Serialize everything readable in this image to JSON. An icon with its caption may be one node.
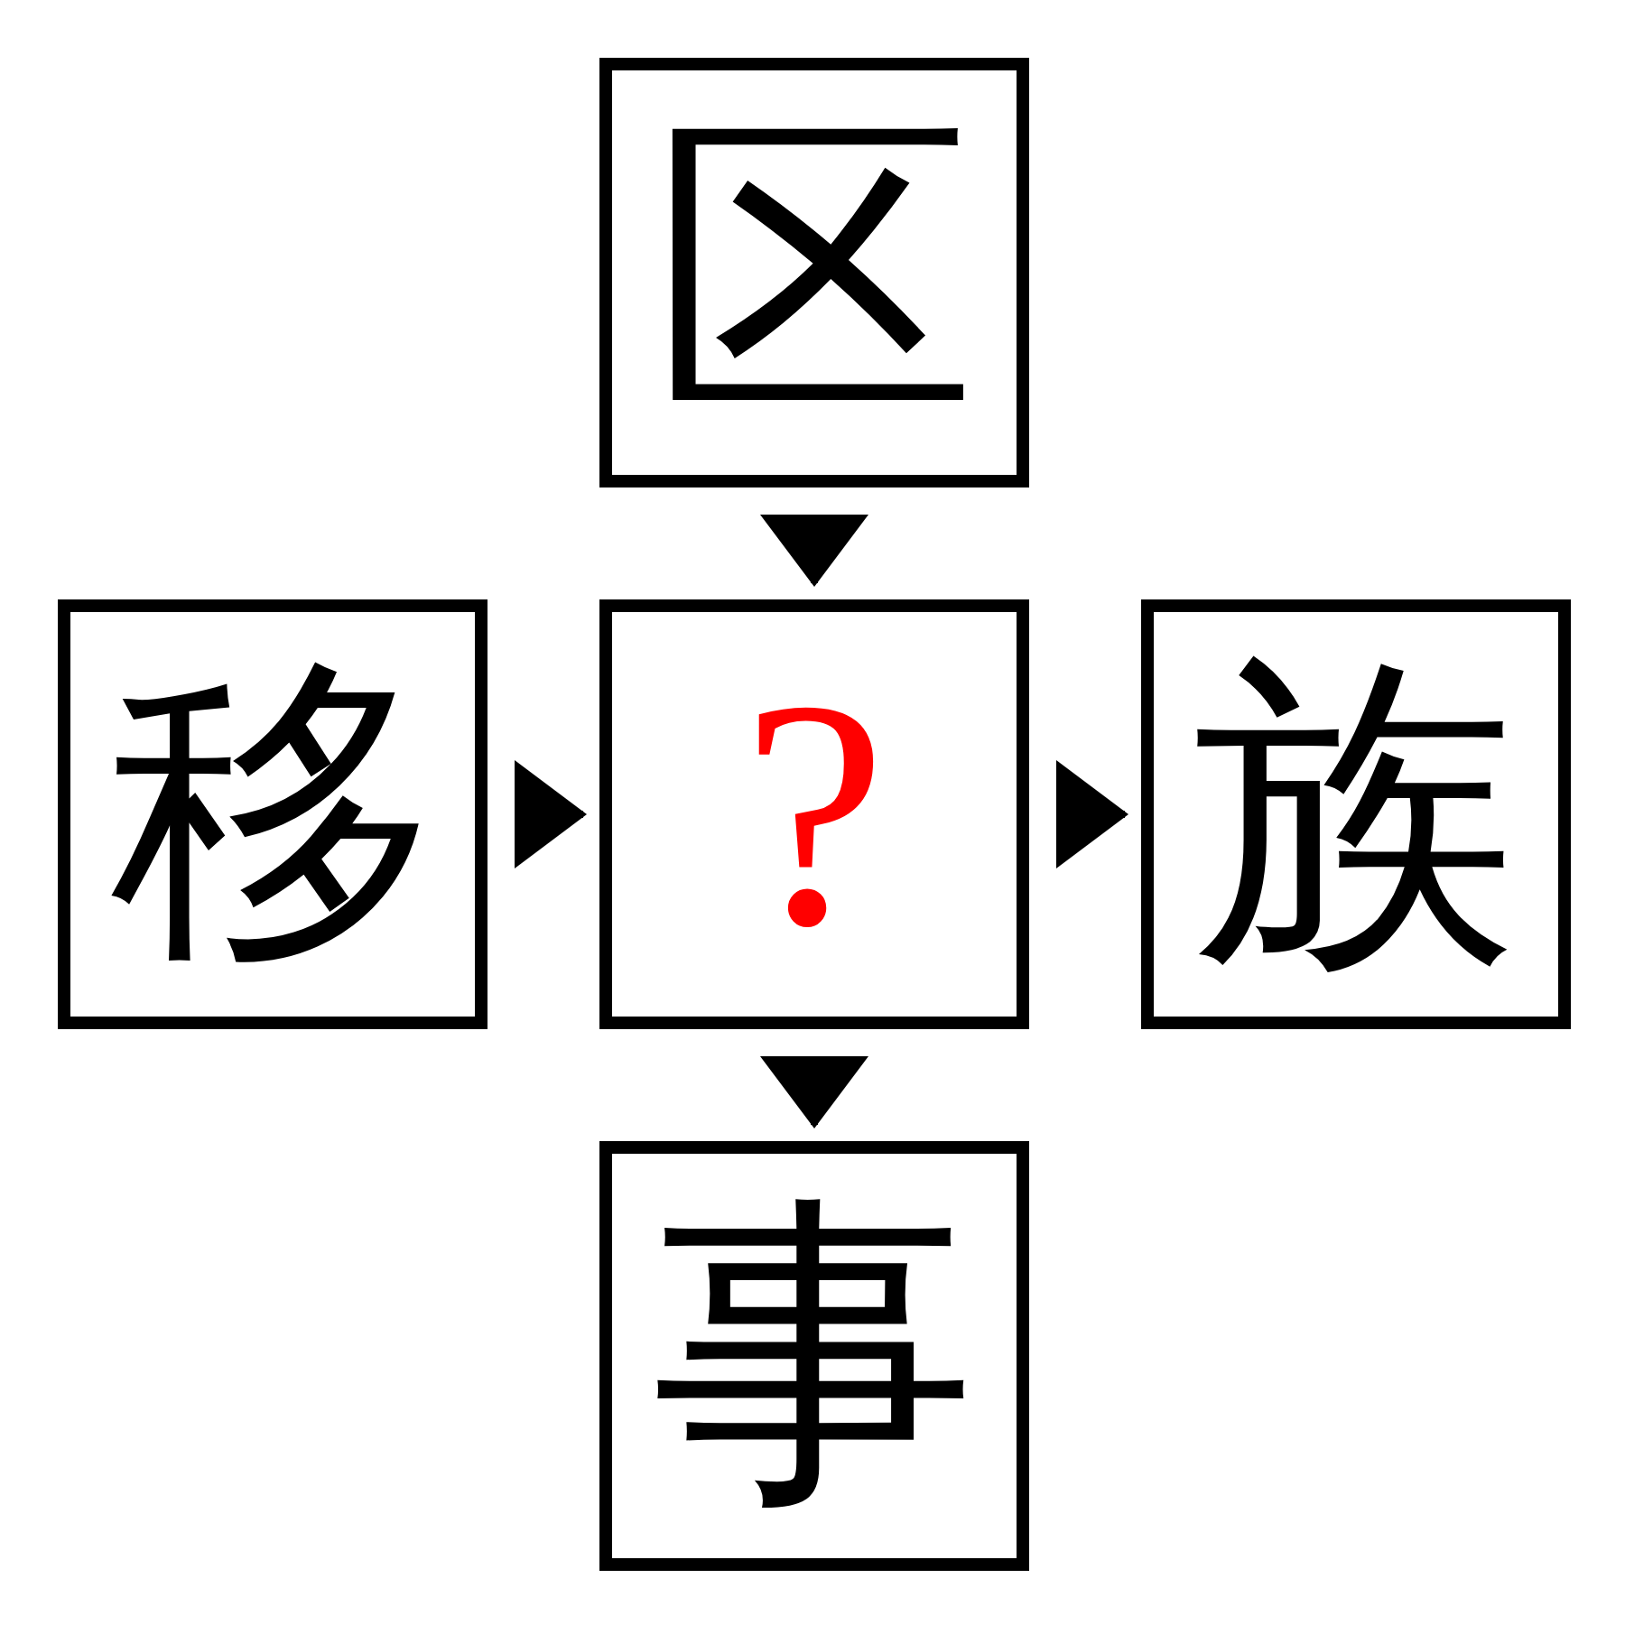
{
  "diagram": {
    "nodes": [
      {
        "text": [
          "区"
        ]
      },
      {
        "text": [
          "移"
        ]
      },
      {
        "text": [
          "?"
        ]
      },
      {
        "text": [
          "族"
        ]
      },
      {
        "text": [
          "事"
        ]
      }
    ],
    "edges": [
      {
        "from": 0,
        "to": 2,
        "arrow": "to"
      },
      {
        "from": 1,
        "to": 2,
        "arrow": "to"
      },
      {
        "from": 2,
        "to": 3,
        "arrow": "to"
      },
      {
        "from": 2,
        "to": 4,
        "arrow": "to"
      }
    ]
  }
}
